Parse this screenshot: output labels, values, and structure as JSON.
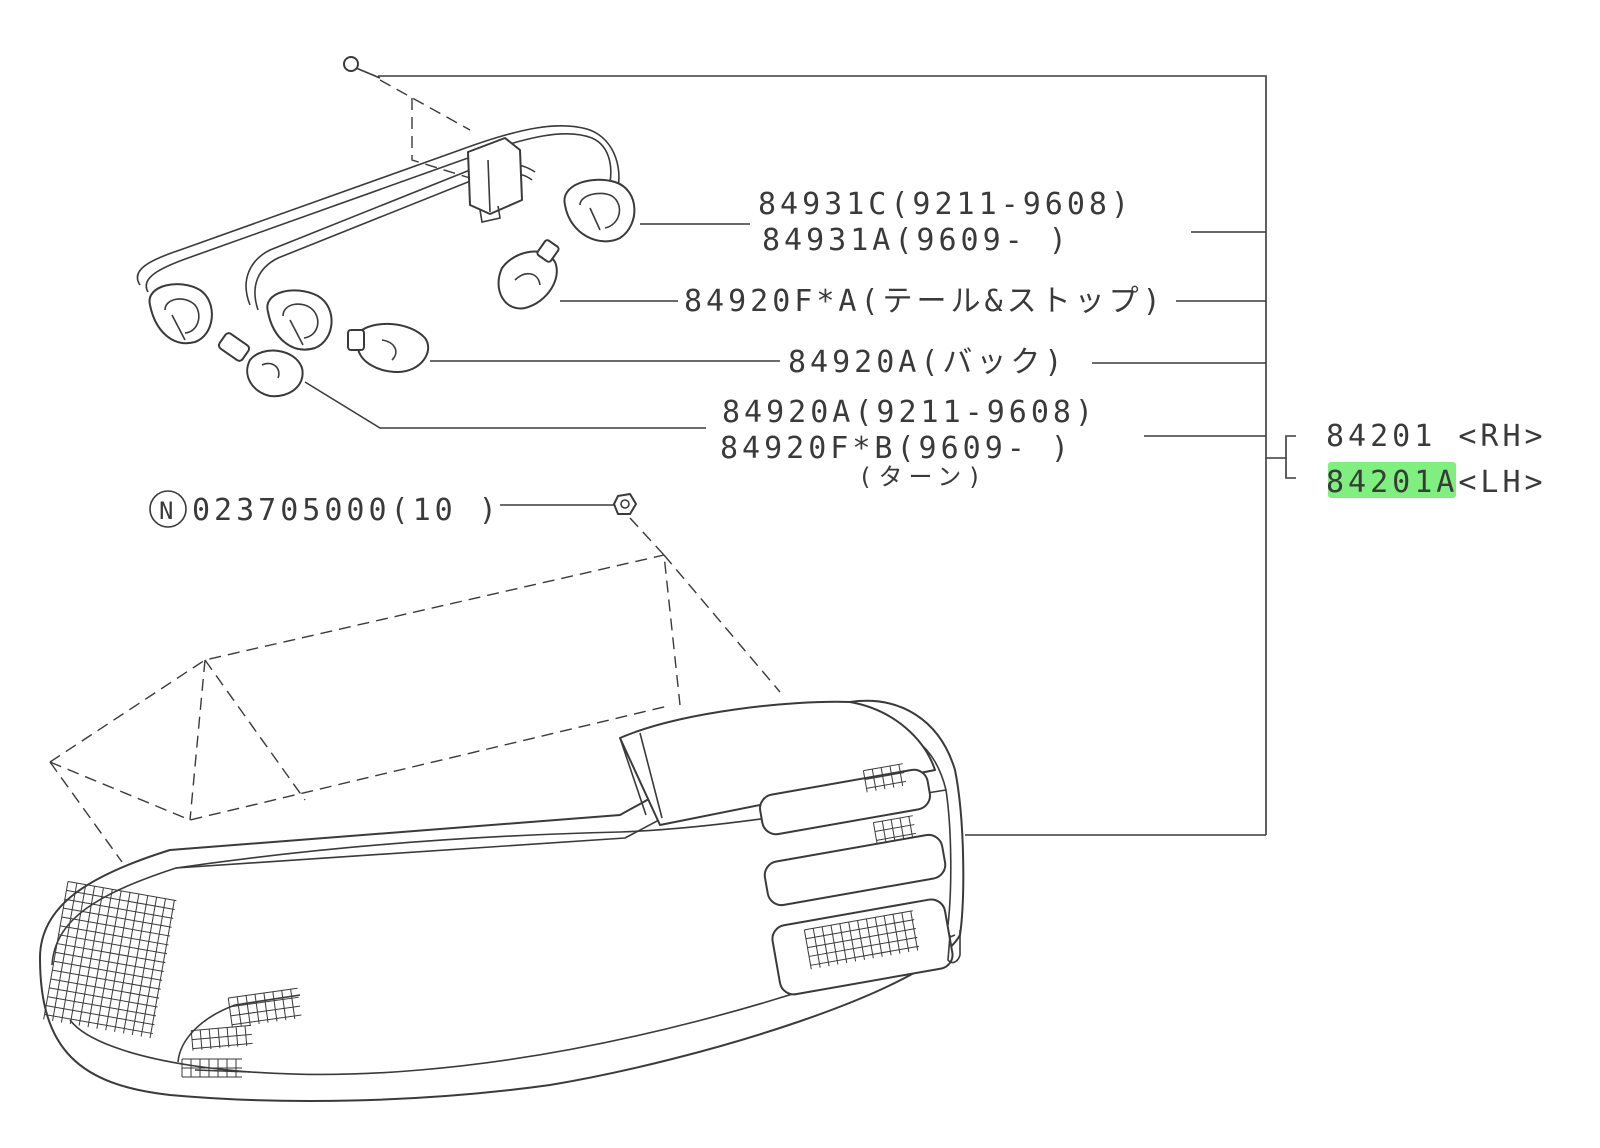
{
  "callouts": {
    "socket_c": "84931C(9211-9608)",
    "socket_a": "84931A(9609-     )",
    "bulb_tail_stop": "84920F*A(テール&ストップ)",
    "bulb_back": "84920A(バック)",
    "bulb_turn_early": "84920A(9211-9608)",
    "bulb_turn_late": "84920F*B(9609-  )",
    "bulb_turn_note": "(ターン)",
    "nut": "023705000(10 )",
    "nut_prefix": "N",
    "assy_rh": "84201 <RH>",
    "assy_lh": "84201A<LH>"
  },
  "highlight": {
    "part": "84201A",
    "color": "#7fef7f"
  },
  "colors": {
    "ink": "#3a3a3a",
    "paper": "#ffffff"
  }
}
